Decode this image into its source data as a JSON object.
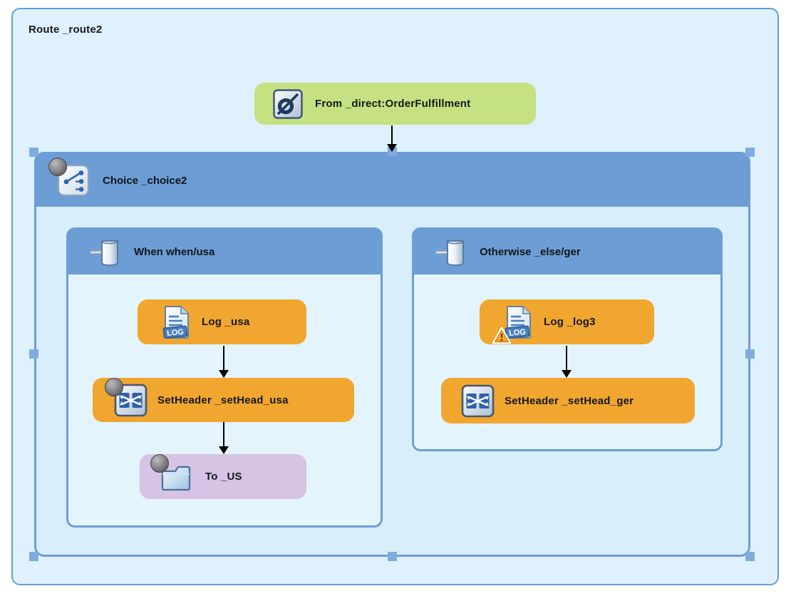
{
  "route": {
    "title": "Route _route2"
  },
  "nodes": {
    "from": {
      "label": "From _direct:OrderFulfillment",
      "icon": "endpoint-icon"
    },
    "choice": {
      "label": "Choice _choice2",
      "icon": "choice-switch-icon",
      "breakpoint": true
    },
    "when": {
      "label": "When when/usa",
      "icon": "expression-cylinder-icon"
    },
    "otherwise": {
      "label": "Otherwise _else/ger",
      "icon": "expression-cylinder-icon"
    },
    "log_usa": {
      "label": "Log _usa",
      "icon": "log-document-icon"
    },
    "setheader_usa": {
      "label": "SetHeader _setHead_usa",
      "icon": "transform-icon",
      "breakpoint": true
    },
    "to_us": {
      "label": "To _US",
      "icon": "folder-icon",
      "breakpoint": true
    },
    "log_log3": {
      "label": "Log _log3",
      "icon": "log-document-icon",
      "warning": true
    },
    "setheader_ger": {
      "label": "SetHeader _setHead_ger",
      "icon": "transform-icon"
    }
  },
  "icons": {
    "log_badge_label": "LOG"
  },
  "colors": {
    "route_bg": "#def1fd",
    "container_blue": "#6d9dd5",
    "choice_body": "#d9eefb",
    "branch_body": "#e3f4fd",
    "node_orange": "#f0a62f",
    "node_green": "#c6e181",
    "node_lavender": "#d7c3e3",
    "selection_handle": "#7facdf",
    "arrow": "#000000"
  }
}
